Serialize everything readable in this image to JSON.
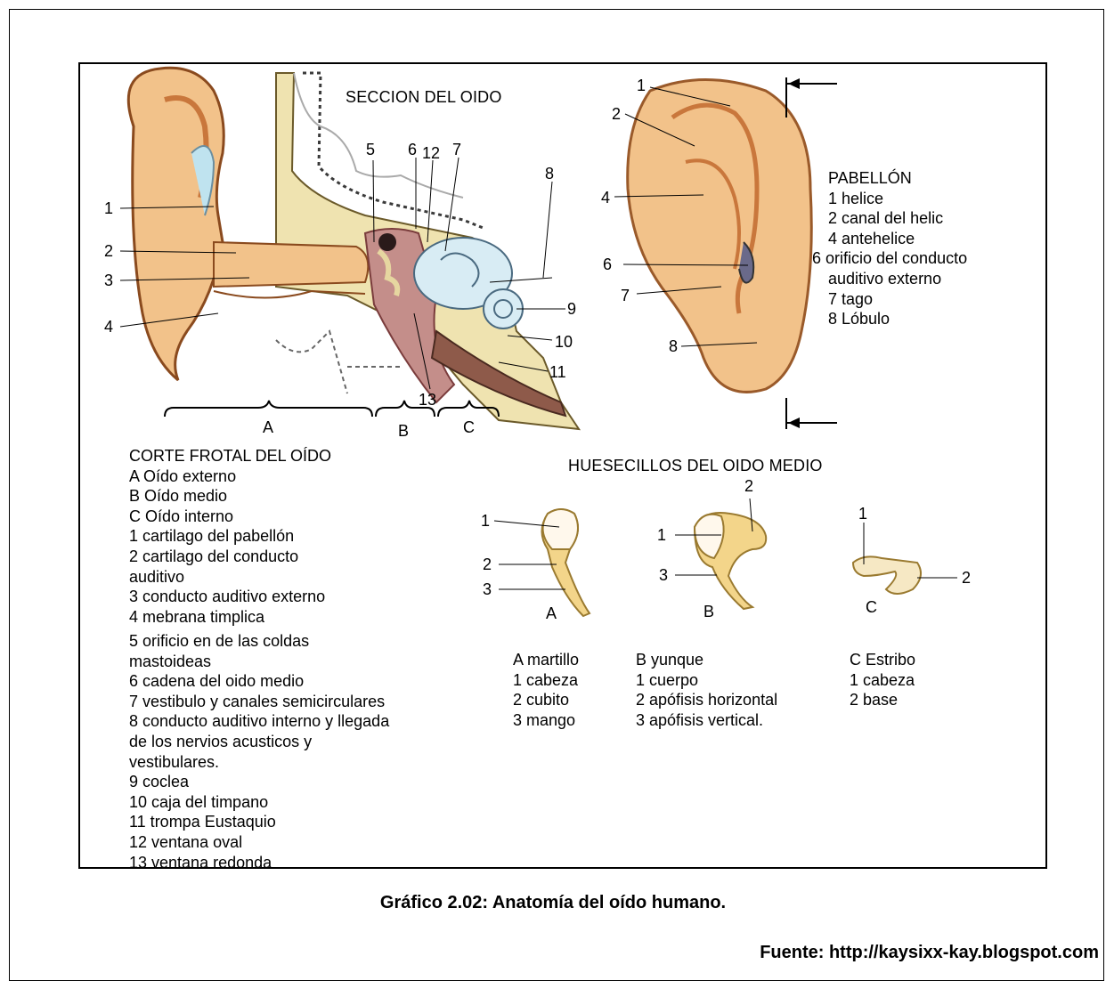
{
  "section_title": "SECCION DEL OIDO",
  "section_numbers": [
    "1",
    "2",
    "3",
    "4",
    "5",
    "6",
    "12",
    "7",
    "8",
    "9",
    "10",
    "11",
    "13"
  ],
  "zones": [
    "A",
    "B",
    "C"
  ],
  "corte": {
    "title": "CORTE FROTAL DEL OÍDO",
    "lines": [
      "A Oído externo",
      "B Oído medio",
      "C Oído interno",
      "1 cartilago del pabellón",
      "2 cartilago del conducto",
      "auditivo",
      "3 conducto auditivo externo",
      "4 mebrana timplica"
    ],
    "lines2": [
      "5 orificio en de las coldas",
      "mastoideas",
      "6 cadena del oido medio",
      "7 vestibulo y canales semicirculares",
      "8 conducto auditivo interno y llegada",
      "de los nervios acusticos y",
      "vestibulares.",
      "9 coclea",
      "10 caja del timpano",
      "11 trompa Eustaquio",
      "12 ventana oval",
      "13 ventana redonda"
    ]
  },
  "pabellon": {
    "numbers": [
      "1",
      "2",
      "4",
      "6",
      "7",
      "8"
    ],
    "lines": [
      "PABELLÓN",
      "1 helice",
      "2 canal del helic",
      "4 antehelice",
      "6 orificio del conducto",
      "auditivo externo",
      "7 tago",
      "8 Lóbulo"
    ]
  },
  "huesecillos": {
    "title": "HUESECILLOS DEL OIDO MEDIO",
    "a": {
      "letter": "A",
      "numbers": [
        "1",
        "2",
        "3"
      ],
      "lines": [
        "A martillo",
        "1 cabeza",
        "2 cubito",
        "3 mango"
      ]
    },
    "b": {
      "letter": "B",
      "numbers": [
        "2",
        "1",
        "3"
      ],
      "lines": [
        "B yunque",
        "1 cuerpo",
        "2 apófisis horizontal",
        "3 apófisis vertical."
      ]
    },
    "c": {
      "letter": "C",
      "numbers": [
        "1",
        "2"
      ],
      "lines": [
        "C Estribo",
        "1 cabeza",
        "2 base"
      ]
    }
  },
  "caption": "Gráfico 2.02: Anatomía del oído humano.",
  "source": "Fuente: http://kaysixx-kay.blogspot.com",
  "colors": {
    "skin": "#f2c28a",
    "skin_dark": "#c9773c",
    "bone": "#e9d27a",
    "cochlea": "#d8ecf4",
    "canal": "#b78a8a"
  }
}
